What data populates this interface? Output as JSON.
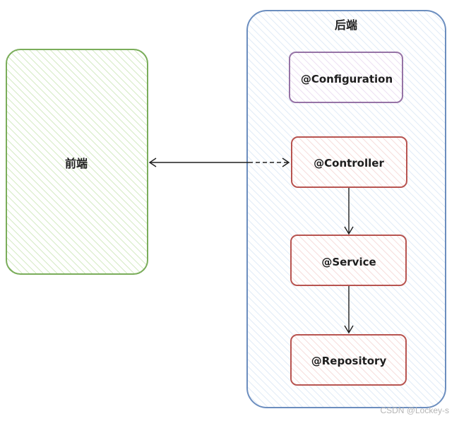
{
  "frontend": {
    "label": "前端"
  },
  "backend": {
    "label": "后端",
    "components": {
      "configuration": "@Configuration",
      "controller": "@Controller",
      "service": "@Service",
      "repository": "@Repository"
    }
  },
  "watermark": "CSDN @Lockey-s",
  "colors": {
    "frontend_stroke": "#7aad5a",
    "frontend_fill": "#d8efc8",
    "backend_stroke": "#6c8ebf",
    "backend_fill": "#dceaf7",
    "configuration_stroke": "#9673a6",
    "configuration_fill": "#eadcf2",
    "component_stroke": "#b85450",
    "component_fill": "#f8d7d5",
    "arrow": "#1e1e1e"
  }
}
